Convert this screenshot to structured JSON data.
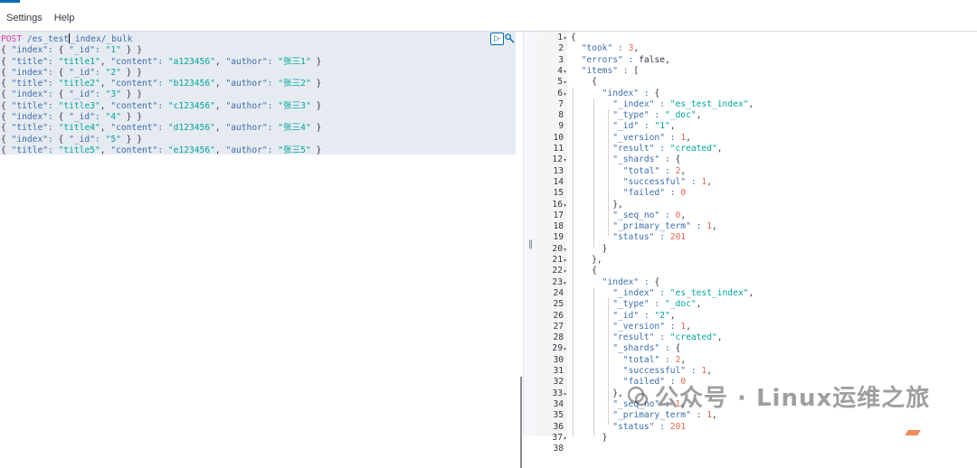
{
  "menu": {
    "settings": "Settings",
    "help": "Help"
  },
  "request": {
    "method": "POST",
    "url_a": " /es_test",
    "url_b": "_index/_bulk",
    "lines": [
      "{ \"index\": { \"_id\": \"1\" } }",
      "{ \"title\": \"title1\", \"content\": \"a123456\", \"author\": \"张三1\" }",
      "{ \"index\": { \"_id\": \"2\" } }",
      "{ \"title\": \"title2\", \"content\": \"b123456\", \"author\": \"张三2\" }",
      "{ \"index\": { \"_id\": \"3\" } }",
      "{ \"title\": \"title3\", \"content\": \"c123456\", \"author\": \"张三3\" }",
      "{ \"index\": { \"_id\": \"4\" } }",
      "{ \"title\": \"title4\", \"content\": \"d123456\", \"author\": \"张三4\" }",
      "{ \"index\": { \"_id\": \"5\" } }",
      "{ \"title\": \"title5\", \"content\": \"e123456\", \"author\": \"张三5\" }"
    ]
  },
  "response": {
    "lines": [
      "{",
      "  \"took\" : 3,",
      "  \"errors\" : false,",
      "  \"items\" : [",
      "    {",
      "      \"index\" : {",
      "        \"_index\" : \"es_test_index\",",
      "        \"_type\" : \"_doc\",",
      "        \"_id\" : \"1\",",
      "        \"_version\" : 1,",
      "        \"result\" : \"created\",",
      "        \"_shards\" : {",
      "          \"total\" : 2,",
      "          \"successful\" : 1,",
      "          \"failed\" : 0",
      "        },",
      "        \"_seq_no\" : 0,",
      "        \"_primary_term\" : 1,",
      "        \"status\" : 201",
      "      }",
      "    },",
      "    {",
      "      \"index\" : {",
      "        \"_index\" : \"es_test_index\",",
      "        \"_type\" : \"_doc\",",
      "        \"_id\" : \"2\",",
      "        \"_version\" : 1,",
      "        \"result\" : \"created\",",
      "        \"_shards\" : {",
      "          \"total\" : 2,",
      "          \"successful\" : 1,",
      "          \"failed\" : 0",
      "        },",
      "        \"_seq_no\" : 1,",
      "        \"_primary_term\" : 1,",
      "        \"status\" : 201",
      "      }",
      ""
    ],
    "fold_lines": [
      1,
      4,
      5,
      6,
      12,
      16,
      20,
      21,
      22,
      23,
      29,
      33,
      37
    ]
  },
  "watermark": {
    "text": "公众号 · Linux运维之旅"
  },
  "icons": {
    "run": "play-icon",
    "settings": "wrench-icon",
    "grip": "drag-handle-icon"
  }
}
